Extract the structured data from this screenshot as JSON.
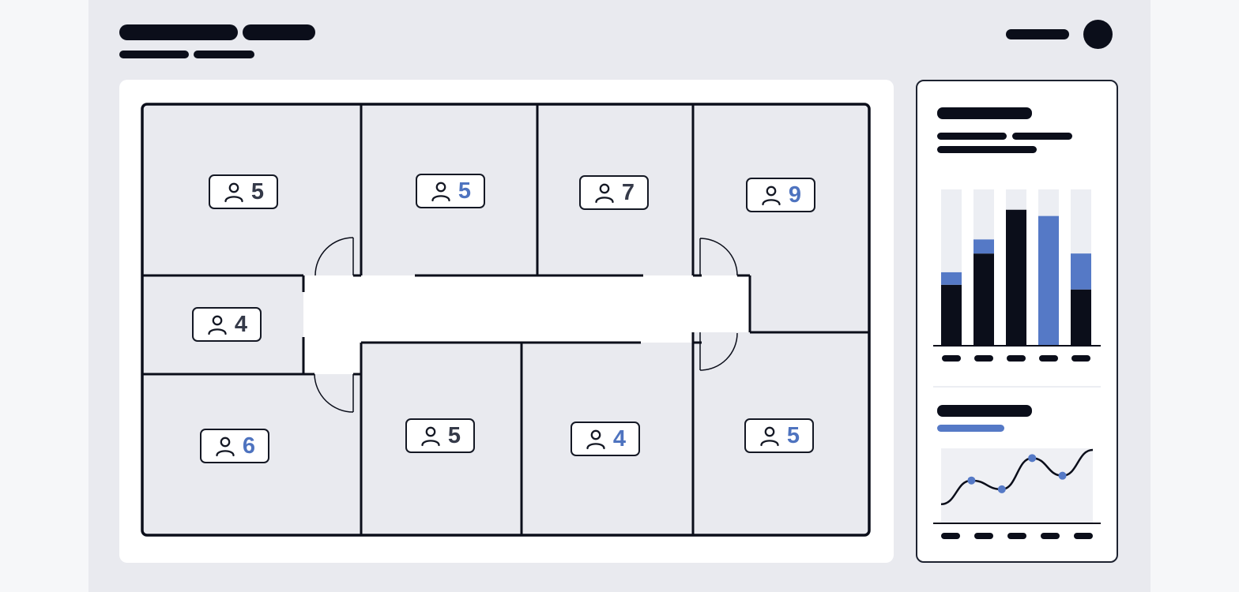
{
  "rooms": [
    {
      "id": "r1",
      "occupancy": "5",
      "accent": false
    },
    {
      "id": "r2",
      "occupancy": "5",
      "accent": true
    },
    {
      "id": "r3",
      "occupancy": "7",
      "accent": false
    },
    {
      "id": "r4",
      "occupancy": "9",
      "accent": true
    },
    {
      "id": "r5",
      "occupancy": "4",
      "accent": false
    },
    {
      "id": "r6",
      "occupancy": "6",
      "accent": true
    },
    {
      "id": "r7",
      "occupancy": "5",
      "accent": false
    },
    {
      "id": "r8",
      "occupancy": "4",
      "accent": true
    },
    {
      "id": "r9",
      "occupancy": "5",
      "accent": true
    }
  ],
  "icons": {
    "occupant": "person-icon",
    "avatar": "avatar-icon"
  },
  "colors": {
    "ink": "#0b0e1a",
    "accent": "#5579c6",
    "track": "#eceef3",
    "room_fill": "#e9eaef",
    "corridor": "#ffffff"
  },
  "chart_data": [
    {
      "type": "bar",
      "stacked": true,
      "categories": [
        "",
        "",
        "",
        "",
        ""
      ],
      "series": [
        {
          "color": "#0b0e1a",
          "values": [
            0.39,
            0.59,
            0.87,
            0.0,
            0.36
          ]
        },
        {
          "color": "#5579c6",
          "values": [
            0.08,
            0.09,
            0.0,
            0.83,
            0.23
          ]
        }
      ],
      "ylim": [
        0,
        1
      ],
      "grid": false,
      "legend": "none"
    },
    {
      "type": "line",
      "x": [
        0,
        1,
        2,
        3,
        4,
        5
      ],
      "series": [
        {
          "color": "#0b0e1a",
          "values": [
            0.2,
            0.55,
            0.42,
            0.88,
            0.62,
            1.0
          ]
        }
      ],
      "markers": [
        1,
        2,
        3,
        4
      ],
      "ylim": [
        0,
        1
      ],
      "grid": false,
      "legend": "none"
    }
  ]
}
